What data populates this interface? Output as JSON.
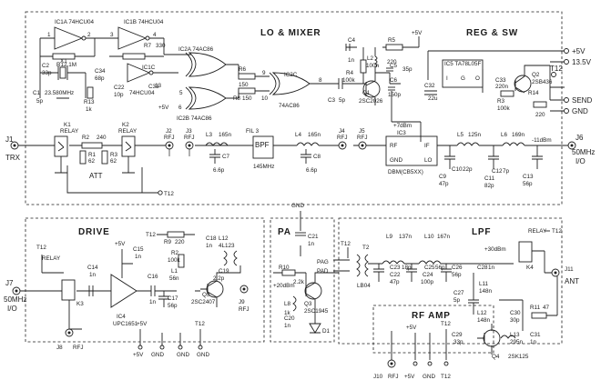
{
  "sections": {
    "lo_mixer": "LO & MIXER",
    "reg_sw": "REG & SW",
    "drive": "DRIVE",
    "pa": "PA",
    "lpf": "LPF",
    "rf_amp": "RF AMP"
  },
  "ics": {
    "ic1a": "IC1A 74HCU04",
    "ic1b": "IC1B 74HCU04",
    "ic1c": "IC1C",
    "ic1c_part": "74HCU04",
    "ic2a": "IC2A 74AC86",
    "ic2b": "IC2B 74AC86",
    "ic2c": "IC2C",
    "ic2c_part": "74AC86",
    "ic3": "IC3",
    "ic3_part": "DBM(CB5XX)",
    "ic3_rf": "RF",
    "ic3_if": "IF",
    "ic3_gnd": "GND",
    "ic3_lo": "LO",
    "ic4": "IC4",
    "ic4_part": "UPC1651",
    "ic5": "IC5 TA78L05F",
    "ic5_i": "I",
    "ic5_g": "G",
    "ic5_o": "O",
    "fil": "FIL 3",
    "bpf": "BPF",
    "bpf_freq": "145MHz"
  },
  "connectors": {
    "j1": "J1",
    "j1_name": "TRX",
    "j2": "J2",
    "j3": "J3",
    "j4": "J4",
    "j5": "J5",
    "j6": "J6",
    "j6_name": "50MHz",
    "j6_io": "I/O",
    "j7": "J7",
    "j7_name": "50MHz",
    "j7_io": "I/O",
    "j8": "J8",
    "j9": "J9",
    "j10": "J10",
    "j11": "J11",
    "ant": "ANT",
    "rfj": "RFJ"
  },
  "power": {
    "plus5": "+5V",
    "v13": "13.5V",
    "t12": "T12",
    "send": "SEND",
    "gnd": "GND"
  },
  "relays": {
    "k1": "K1",
    "k2": "K2",
    "k3": "K3",
    "k4": "K4",
    "relay": "RELAY",
    "att": "ATT"
  },
  "parts": {
    "r12": "R12 1M",
    "r7": "R7",
    "r7v": "330",
    "c2": "C2",
    "c2v": "33p",
    "x1": "X1",
    "c1": "C1",
    "c1v": "5p",
    "xtal": "23.580MHz",
    "c34": "C34",
    "c34v": "68p",
    "r13": "R13",
    "r13v": "1k",
    "c22": "C22",
    "c22v": "10p",
    "c33": "C33",
    "r6": "R6",
    "r8": "R8",
    "r150a": "150",
    "r150b": "150",
    "n9": "9",
    "n10": "10",
    "n8": "8",
    "n1": "1",
    "n2": "2",
    "n3": "3",
    "n4": "4",
    "n5": "5",
    "n6": "6",
    "n13": "13",
    "c3": "C3",
    "c3v": "5p",
    "c4": "C4",
    "c4v": "1n",
    "r4": "R4",
    "r4v": "100k",
    "l2": "L2",
    "l2v": "100n",
    "r5": "R5",
    "r5v": "220",
    "c5": "C5",
    "c5v": "35p",
    "c6": "C6",
    "c6v": "150p",
    "q1": "Q1",
    "q1v": "2SC2026",
    "c32": "C32",
    "c32v": "22u",
    "c33b": "C33",
    "c33bv": "220n",
    "q2": "Q2",
    "q2v": "2SB436",
    "r3": "R3",
    "r3v": "100k",
    "r14": "R14",
    "r14v": "220",
    "r2": "R2",
    "r2v": "240",
    "r1": "R1",
    "r1v": "62",
    "r3b": "R3",
    "r3bv": "62",
    "l3": "L3",
    "l3v": "165n",
    "l4": "L4",
    "l4v": "165n",
    "c7": "C7",
    "c7v": "6.6p",
    "c8": "C8",
    "c8v": "6.6p",
    "l5": "L5",
    "l5v": "125n",
    "l6": "L6",
    "l6v": "169n",
    "c10": "C10",
    "c10v": "22p",
    "c9": "C9",
    "c9v": "47p",
    "c12": "C12",
    "c12v": "7p",
    "c11": "C11",
    "c11v": "82p",
    "c13": "C13",
    "c13v": "56p",
    "dbm_lvl": "+7dBm",
    "if_lvl": "-11dBm",
    "c14": "C14",
    "c14v": "1n",
    "c15": "C15",
    "c15v": "1n",
    "c16": "C16",
    "c16v": "1n",
    "c17": "C17",
    "c17v": "56p",
    "r9": "R9",
    "r9v": "220",
    "r2b": "R2",
    "r2bv": "100k",
    "l1": "L1",
    "l1v": "56n",
    "c18": "C18",
    "c18v": "1n",
    "l12": "L12",
    "l12v": "4L123",
    "c19": "C19",
    "c19v": "2.2p",
    "q3": "Q3",
    "q3v": "2SC2407",
    "c21": "C21",
    "c21v": "1n",
    "r10": "R10",
    "r10v": "2.2k",
    "l8": "L8",
    "l8v": "1k",
    "c20": "C20",
    "c20v": "1n",
    "q4": "Q3",
    "q4v": "2SC1945",
    "d1": "D1",
    "pa_lvl": "+20dBm",
    "pad": "PAD",
    "pag": "PAG",
    "t2": "T2",
    "lb04": "LB04",
    "l9": "L9",
    "l9v": "137n",
    "l10": "L10",
    "l10v": "167n",
    "c23": "C23",
    "c23v": "18p",
    "c22b": "C22",
    "c22bv": "47p",
    "c25": "C25",
    "c25v": "56p",
    "c24": "C24",
    "c24v": "100p",
    "c26": "C26",
    "c26v": "56p",
    "c28": "C28",
    "c28v": "1n",
    "lpf_lvl": "+30dBm",
    "l11": "L11",
    "l11v": "148n",
    "c27": "C27",
    "c27v": "5p",
    "l12b": "L12",
    "l12bv": "148n",
    "c30": "C30",
    "c30v": "30p",
    "r11": "R11",
    "r11v": "47",
    "c29": "C29",
    "c29v": "33p",
    "l13": "L13",
    "l13v": "295n",
    "c31": "C31",
    "c31v": "1n",
    "q5": "Q4",
    "q5v": "2SK125"
  }
}
